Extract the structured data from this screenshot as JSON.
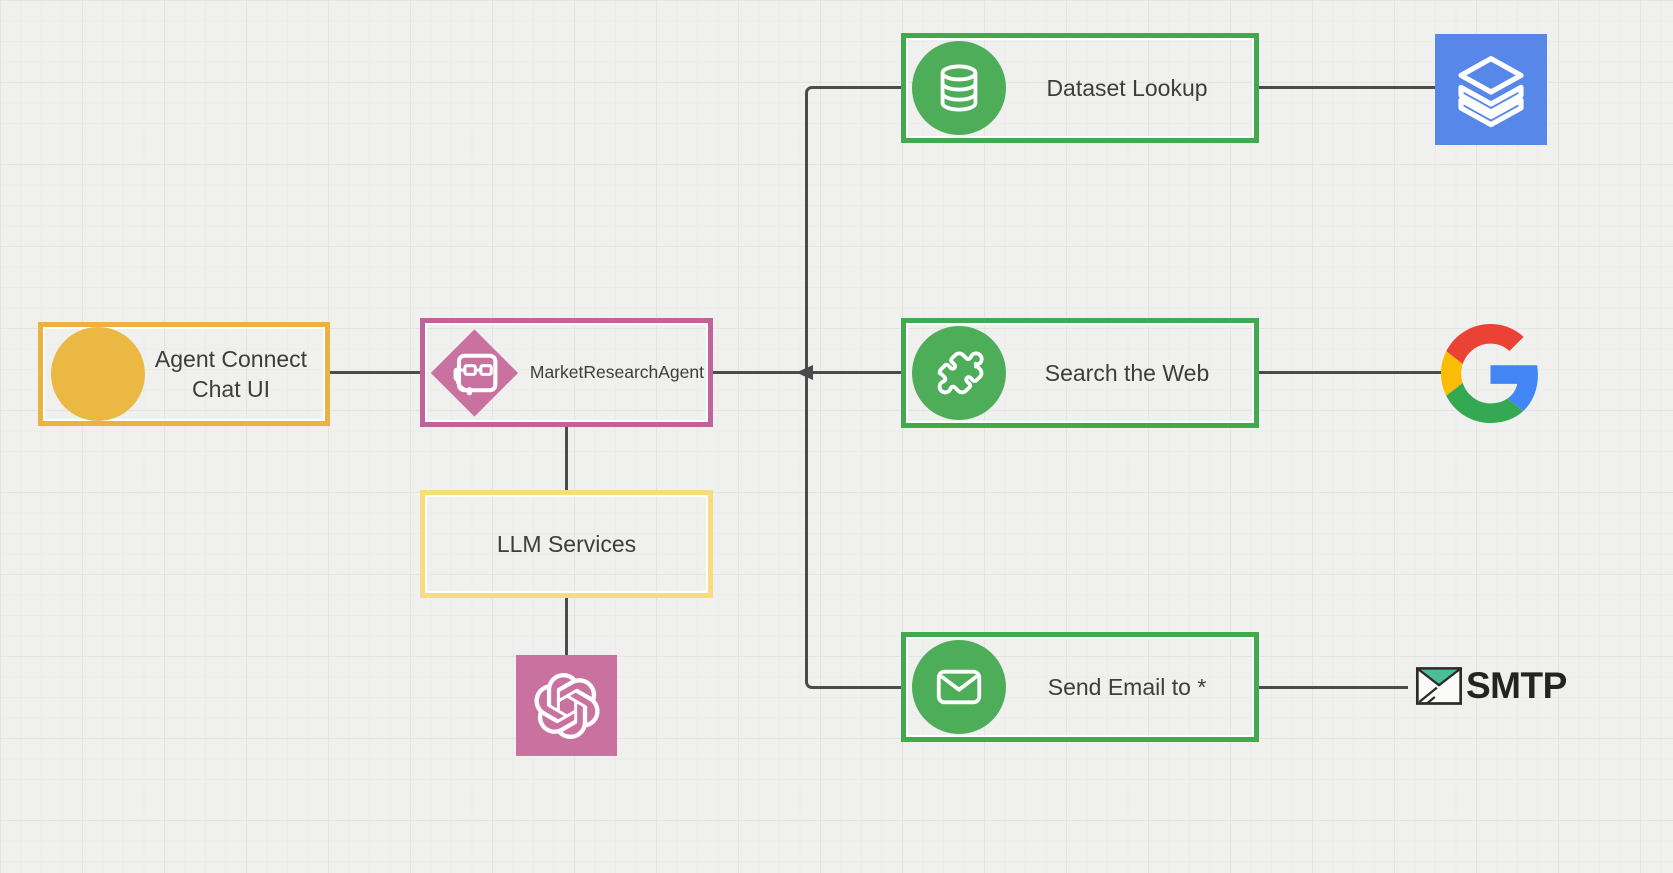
{
  "canvas": {
    "background": "#f0f0ee",
    "grid_major_color": "#e4e4e2",
    "grid_minor_color": "#ebebe9",
    "connector_color": "#4b4b4b"
  },
  "nodes": {
    "chat_ui": {
      "label": "Agent Connect Chat UI",
      "border_color": "#EAB23E",
      "circle_color": "#ECB844"
    },
    "agent": {
      "label": "MarketResearchAgent",
      "border_color": "#C1639A",
      "icon": "agent-diamond-icon",
      "icon_color": "#C9719F"
    },
    "llm": {
      "label": "LLM Services",
      "border_color": "#F6DE7C"
    },
    "openai": {
      "icon": "openai-logo",
      "background": "#C9719F"
    },
    "tools": [
      {
        "label": "Dataset Lookup",
        "icon": "database-icon"
      },
      {
        "label": "Search the Web",
        "icon": "puzzle-icon"
      },
      {
        "label": "Send Email to *",
        "icon": "mail-icon"
      }
    ],
    "tool_style": {
      "border_color": "#43A94F",
      "circle_color": "#4DAD59"
    }
  },
  "endpoints": {
    "stack": {
      "icon": "layers-stack-icon",
      "background": "#5687E9"
    },
    "google": {
      "icon": "google-g-logo",
      "colors": {
        "red": "#EA4335",
        "blue": "#4285F4",
        "yellow": "#FBBC05",
        "green": "#34A853"
      }
    },
    "smtp": {
      "label": "SMTP",
      "icon": "envelope-icon",
      "flap_color": "#4CBE97"
    }
  }
}
